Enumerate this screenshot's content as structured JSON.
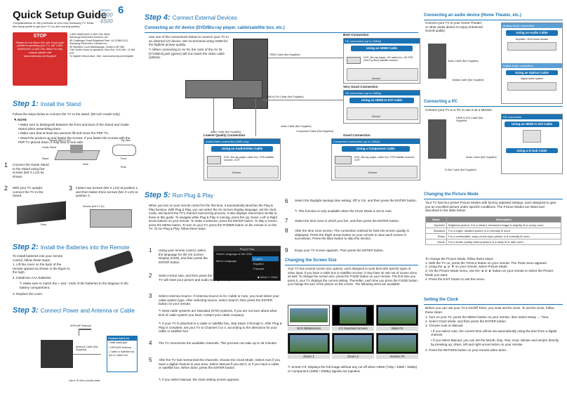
{
  "title": {
    "main": "Quick Setup Guide",
    "series": "SERIES",
    "series_num": "6",
    "models": [
      "6400",
      "6500"
    ]
  },
  "intro": "Congratulations on the purchase of your new Samsung TV. Read this setup guide to get your TV up and running quickly.",
  "stop": {
    "head": "STOP",
    "body": "Please do not return this unit. If you have problems operating your TV, call 1-800-SAMSUNG (1-800-726-7864) For help support please visit www.samsung.com/support"
  },
  "contact": [
    "1-800-SAMSUNG (1-800-726-7864)",
    "Samsung Electronics America, Inc.",
    "85 Challenger Road Ridgefield Park, NJ 07660-2112",
    "Samsung Electronics Canada Inc.,",
    "55 Standish Court Mississauga, Ontario L5R 4B2",
    "Call Center hours of operation: Mon-Sun, 9:00 AM - 12 AM EST",
    "To register this product, visit : www.samsung.com/register"
  ],
  "step1": {
    "num": "Step 1:",
    "title": "Install the Stand",
    "intro": "Follow the steps below to connect the TV to the stand. (50 inch model only)",
    "note": "NOTE",
    "bullets": [
      "Make sure to distinguish between the front and back of the Stand and Guide Stand when assembling them.",
      "Make sure that at least two persons lift and move the PDP TV.",
      "Stand the product up and fasten the screws. If you fasten the screws with the PDP TV placed down, it may lean to one side."
    ],
    "labels": {
      "screws": "Screws (M4 X L12)",
      "top_view": "Top view",
      "guide_stand": "Guide Stand",
      "stand": "Stand",
      "front": "Front",
      "rear": "Rear"
    },
    "items": [
      "Connect the Guide Stand to the Stand using five screws (M4 X L12) as shown.",
      "With your TV upright, connect the TV to the Stand.",
      "Fasten two screws (M4 X L10) at position 1, and then fasten three screws (M4 X L10) at position 2."
    ],
    "screws2": "Screws (M4 X L10)"
  },
  "step2": {
    "num": "Step 2:",
    "title": "Install the Batteries into the Remote",
    "intro": "To install batteries into your remote control, follow these steps:",
    "items": [
      "Lift the cover on the back of the remote upward as shown in the figure to the right.",
      "Install two AAA batteries.",
      "Replace the cover."
    ],
    "note": "Make sure to match the + and - ends of the batteries to the diagram in the battery compartment."
  },
  "step3": {
    "num": "Step 3:",
    "title": "Connect Power and Antenna or Cable",
    "labels": {
      "antenna": "VHF/UHF Antenna",
      "cable": "Antenna Cable (Not Supplied)",
      "ant_in": "ANT IN",
      "use": "Use a 75 ohm (round) cable.",
      "connect": "Connect Ant In to",
      "opts": [
        "Wall cable jack",
        "VHF/UHF Antenna",
        "Cable or Satellite box Ant or Cable Out"
      ]
    }
  },
  "step4": {
    "num": "Step 4:",
    "title": "Connect External Devices",
    "av_head": "Connecting an AV device (DVD/Blu-ray player, cable/satellite box, etc.)",
    "av_text": "Use one of the connections below to connect your TV to an external A/V device. We recommend using HDMI for the highest picture quality.",
    "av_note": "When connecting to AV IN, the color of the AV IN [Y/VIDEO] jack (green) will not match the video cable (yellow).",
    "best": {
      "label": "Best Connection",
      "bar": "HD connection (up to 1080p)",
      "pill": "Using an HDMI Cable",
      "dev": "DVD, Blu-ray player, HD cable box, HD STB (Set-Top-Box) satellite receiver",
      "device": "Device"
    },
    "very_good": {
      "label": "Very Good Connection",
      "bar": "HD connection (up to 1080p)",
      "pill": "Using an HDMI to DVI Cable",
      "device": "Device",
      "cable": "HDMI to DVI Cable (Not Supplied)"
    },
    "good": {
      "label": "Good Connection",
      "bar": "Component connection (up to 1080p)",
      "pill": "Using a Component Cable",
      "dev": "DVD, Blu-ray player, cable box, STB satellite receiver, VCR",
      "device": "Device"
    },
    "lowest": {
      "label": "Lowest Quality Connection",
      "bar": "Audio/Video connection (480i only)",
      "pill": "Using an Audio/Video Cable",
      "dev": "DVD, Blu-ray player, cable box, STB satellite receiver, VCR",
      "device": "Device"
    },
    "cables": {
      "hdmi": "HDMI Cable (Not Supplied)",
      "audio": "Audio Cable (Not Supplied)",
      "component": "Component Cable (Not Supplied)",
      "video": "Video Cable (Not Supplied)"
    }
  },
  "step5": {
    "num": "Step 5:",
    "title": "Run Plug & Play",
    "intro": "When you turn on your remote control for the first time, it automatically launches the Plug & Play function. With Plug & Play, you can select the On Screen Display language, set the clock mode, and launch the TV's channel memorizing process. It also displays instructions similar to those in this guide. To navigate while Plug & Play is running, press the Up, Down, Left or Right arrow buttons on your remote. To make a selection, press the ENTER button. To skip a screen, press the MENU button. To turn on your TV, press the POWER button on the remote or on the TV. To run Plug & Play, follow these steps:",
    "osd": {
      "title": "Plug & Play",
      "prompt": "Select Language of the OSD.",
      "menu": "Menu Language",
      "opts": [
        "English",
        "Español",
        "Français"
      ],
      "foot": "◆ Move ↵ Enter"
    },
    "items": [
      "Using your remote control, select the language for the On Screen Display (OSD), and then press the ENTER button.",
      "Select Home Use, and then press the ENTER button. If you select Store Demo, the TV will reset your picture and audio settings every 30 minutes.",
      "Select Antenna Source. If Antenna Source is Air, Cable or Auto, you must select your cable system type. After selecting source, select Search; then press the ENTER button on your remote.",
      "The TV memorizes the available channels. This process can take up to 45 minutes.",
      "After the TV has memorized the channels, choose the Clock Mode. Select Auto if you have a digital channel in your area. Select Manual if you don't, or if you have a cable or satellite box. When done, press the ENTER button."
    ],
    "notes": [
      "Most cable systems are Standard (STD) systems, if you are not sure about what kind of cable system you have, contact your cable company.",
      "If your TV is attached to a cable or satellite box, skip Steps 3 through 5. After Plug & Play is complete, set your TV to Channel 3 or 4, according to the directions for your cable or satellite box.",
      "If you select Manual, the clock setting screen appears."
    ],
    "nums": [
      "1",
      "2",
      "3",
      "4",
      "5"
    ]
  },
  "step5b": {
    "items": [
      "Select the Daylight savings time setting: Off or On, and then press the ENTER button.",
      "Select the time zone in which you live, and then press the ENTER button.",
      "After the time zone screen. The connection method for best HD screen quality is displayed. Press the Right arrow button on your remote to view each screen in succession. Press the Blue button to skip this section.",
      "Enjoy your TV screen appears. Then press the ENTER button."
    ],
    "note": "This function is only available when the Clock Mode is set to Auto.",
    "nums": [
      "6",
      "7",
      "8",
      "9"
    ]
  },
  "screen_size": {
    "head": "Changing the Screen Size",
    "text": "Your TV has several screen size options, each designed to work best with specific types of video input. If you have a cable box or satellite receiver, it may have its own set of screen sizes as well. To change the screen size, press the P.SIZE button on your remote. The first time you press it, your TV displays the current setting. Thereafter, each time you press the P.SIZE button, you change the size of the picture on the screen. The following sizes are available:",
    "sizes": [
      "16:9 Widescreen",
      "4:3 Standard screen",
      "Wide Fit",
      "Zoom 1",
      "Zoom 2",
      "Screen Fit"
    ],
    "note": "Screen Fit: Displays the full image without any cut off when HDMI (720p / 1080i / 1080p) or Component (1080i / 1080p) signals are inputted."
  },
  "audio": {
    "head": "Connecting an audio device (Home Theater, etc.)",
    "text": "Connect your TV to your Home Theater or other audio device to enjoy enhanced Sound quality.",
    "analog": "Analog Audio connection",
    "analog_pill": "Using an Audio Cable",
    "amp": "Amplifier / DVD home theater",
    "audio_cable": "Audio Cable (Not Supplied)",
    "digital": "Digital Audio connection",
    "digital_pill": "Using an Optical Cable",
    "dig_sys": "Digital Audio system",
    "optical": "Optical Cable (Not Supplied)"
  },
  "pc": {
    "head": "Connecting a PC",
    "text": "Connect your TV to a PC to use it as a Monitor.",
    "hd": "HD connection",
    "hd_pill": "Using an HDMI to DVI Cable",
    "dsub_pill": "Using a D-Sub Cable",
    "hdmi_dvi": "HDMI to DVI Cable (Not Supplied)",
    "audio_cable": "Audio Cable (Not Supplied)",
    "dsub": "D-Sub Cable (Not Supplied)"
  },
  "picture": {
    "head": "Changing the Picture Mode",
    "text": "Your TV has four preset Picture Modes with factory adjusted settings, each designed to give you an excellent picture under specific conditions. The Picture Modes are listed and described in the table below:",
    "cols": [
      "Mode",
      "Description"
    ],
    "rows": [
      [
        "Dynamic",
        "Brightens picture. For a vibrant, enhanced image in brightly lit or sunny room."
      ],
      [
        "Standard",
        "For a bright, detailed picture in a normally lit room."
      ],
      [
        "Relax",
        "For a comfortable, easy-on-the-eyes picture in a normally lit room."
      ],
      [
        "Movie",
        "For a studio quality cinema picture in a dimly lit or dark room."
      ]
    ],
    "how": "To change the Picture Mode, follow these steps:",
    "steps": [
      "With the TV on, press the TOOLS button on your remote. The Tools menu appears.",
      "Using the ▲ or ▼ on your remote, select Picture Mode.",
      "On the Picture Mode menu, use the ◄ or ► button on your remote to select the Picture Mode you want.",
      "Press the EXIT button to exit the menu."
    ]
  },
  "clock": {
    "head": "Setting the Clock",
    "text": "Before you can use your TV's On/Off Timer, you must set the clock. To set the clock, follow these steps:",
    "steps": [
      "Turn on your TV, press the MENU button on your remote, then select Setup → Time.",
      "Select Clock Mode, and then press the ENTER button.",
      "Choose Auto or Manual.",
      "Press the RETURN button on your remote when done."
    ],
    "bullets": [
      "If you select Auto, the current time will be set automatically using the time from a digital channel.",
      "If you select Manual, you can set the Month, Day, Year, Hour, Minute and am/pm directly by pressing up, down, left and right arrow button on your remote."
    ]
  },
  "colors": {
    "accent": "#1a73b5",
    "stop_red": "#d62d2d",
    "pill": "#1a73b5"
  }
}
